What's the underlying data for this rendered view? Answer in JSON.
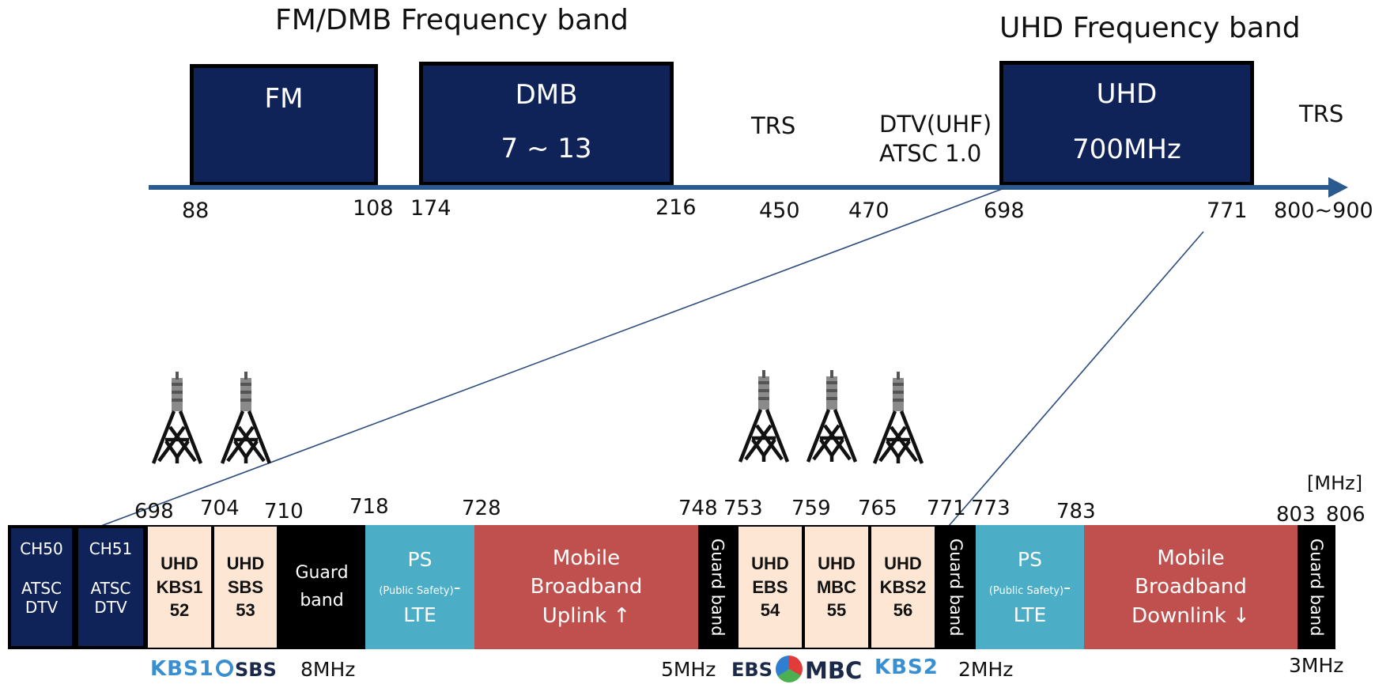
{
  "top": {
    "title_fm_dmb": "FM/DMB Frequency band",
    "title_uhd": "UHD Frequency band",
    "fm": {
      "label": "FM"
    },
    "dmb": {
      "label": "DMB",
      "range": "7 ~ 13"
    },
    "uhd": {
      "label": "UHD",
      "freq": "700MHz"
    },
    "trs_mid": "TRS",
    "trs_right": "TRS",
    "dtv_line1": "DTV(UHF)",
    "dtv_line2": "ATSC 1.0",
    "axis": [
      "88",
      "108",
      "174",
      "216",
      "450",
      "470",
      "698",
      "771",
      "800~900"
    ]
  },
  "bottom": {
    "unit": "[MHz]",
    "freq_labels": [
      "698",
      "704",
      "710",
      "718",
      "728",
      "748",
      "753",
      "759",
      "765",
      "771",
      "773",
      "783",
      "803",
      "806"
    ],
    "ch50": {
      "name": "CH50",
      "l1": "ATSC",
      "l2": "DTV"
    },
    "ch51": {
      "name": "CH51",
      "l1": "ATSC",
      "l2": "DTV"
    },
    "uhd_kbs1": {
      "l1": "UHD",
      "l2": "KBS1",
      "l3": "52"
    },
    "uhd_sbs": {
      "l1": "UHD",
      "l2": "SBS",
      "l3": "53"
    },
    "guard_band_1": {
      "l1": "Guard",
      "l2": "band"
    },
    "ps_1": {
      "l1": "PS",
      "small": "(Public Safety)",
      "dash": "-",
      "l2": "LTE"
    },
    "mobile_up": {
      "l1": "Mobile",
      "l2": "Broadband",
      "l3": "Uplink ↑"
    },
    "guard_band_2": "Guard band",
    "uhd_ebs": {
      "l1": "UHD",
      "l2": "EBS",
      "l3": "54"
    },
    "uhd_mbc": {
      "l1": "UHD",
      "l2": "MBC",
      "l3": "55"
    },
    "uhd_kbs2": {
      "l1": "UHD",
      "l2": "KBS2",
      "l3": "56"
    },
    "guard_band_3": "Guard band",
    "ps_2": {
      "l1": "PS",
      "small": "(Public Safety)",
      "dash": "-",
      "l2": "LTE"
    },
    "mobile_down": {
      "l1": "Mobile",
      "l2": "Broadband",
      "l3": "Downlink ↓"
    },
    "guard_band_4": "Guard band",
    "mhz_8": "8MHz",
    "mhz_5": "5MHz",
    "mhz_2": "2MHz",
    "mhz_3": "3MHz",
    "logos": {
      "kbs1": "KBS1",
      "sbs": "SBS",
      "ebs": "EBS",
      "mbc": "MBC",
      "kbs2": "KBS2"
    }
  },
  "colors": {
    "navy": "#0f2359",
    "peach": "#fde7d4",
    "teal": "#4badc6",
    "red": "#c0504d",
    "logo_blue": "#3a8fd0"
  }
}
